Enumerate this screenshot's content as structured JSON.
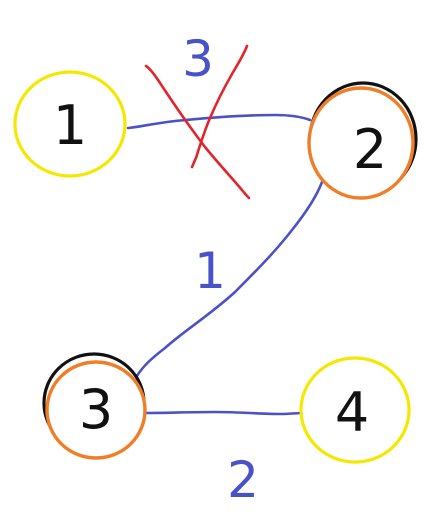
{
  "colors": {
    "edge": "#4a52c8",
    "cross_out": "#e0262a",
    "visited_outline": "#f07d28",
    "shadow_outline": "#111111",
    "unvisited_outline": "#f5e800",
    "node_text": "#111111"
  },
  "nodes": [
    {
      "id": "n1",
      "label": "1",
      "state": "unvisited"
    },
    {
      "id": "n2",
      "label": "2",
      "state": "visited"
    },
    {
      "id": "n3",
      "label": "3",
      "state": "visited"
    },
    {
      "id": "n4",
      "label": "4",
      "state": "unvisited"
    }
  ],
  "edges": [
    {
      "from": "1",
      "to": "2",
      "weight": "3",
      "crossed_out": true
    },
    {
      "from": "2",
      "to": "3",
      "weight": "1",
      "crossed_out": false
    },
    {
      "from": "3",
      "to": "4",
      "weight": "2",
      "crossed_out": false
    }
  ]
}
